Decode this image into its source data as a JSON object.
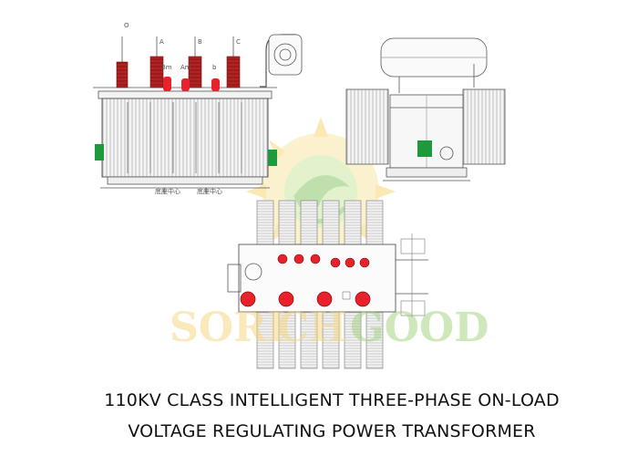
{
  "caption": {
    "line1": "110KV CLASS INTELLIGENT THREE-PHASE ON-LOAD",
    "line2": "VOLTAGE REGULATING POWER TRANSFORMER"
  },
  "watermark": {
    "text_left": "SORI",
    "text_mid": "CH",
    "text_right": "GOOD"
  },
  "front_view": {
    "hv_labels": [
      "O",
      "A",
      "B",
      "C"
    ],
    "mv_labels": [
      "Bm",
      "Am",
      "b"
    ],
    "footer_labels": [
      "底座中心",
      "底座中心"
    ]
  },
  "colors": {
    "line": "#555555",
    "bushing_red": "#b22222",
    "bushing_bright": "#e8212a",
    "cabinet_green": "#1e9a3c",
    "watermark_yellow": "#f6d77a",
    "watermark_green": "#9fd37a"
  }
}
